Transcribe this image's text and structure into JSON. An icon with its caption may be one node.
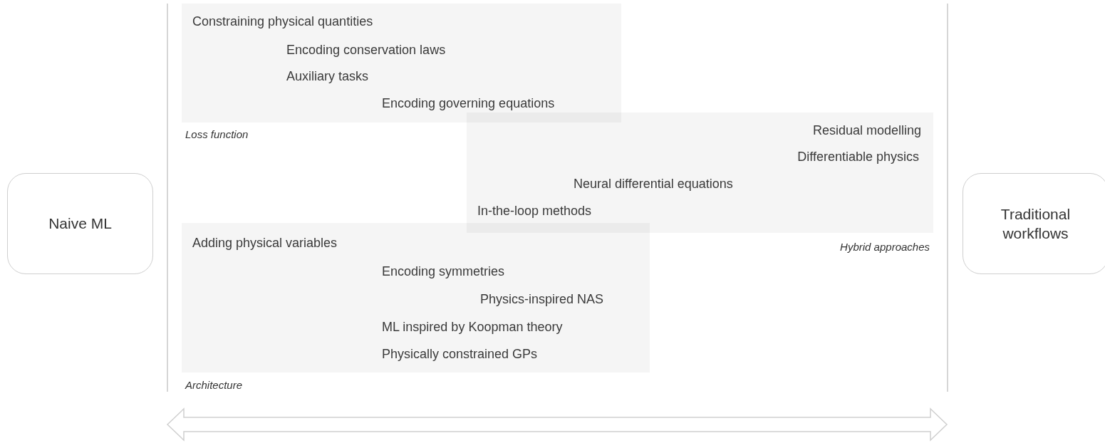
{
  "diagram": {
    "nodes": [
      {
        "text": [
          "Naive ML"
        ]
      },
      {
        "text": [
          "Constraining physical quantities",
          "Encoding conservation laws",
          "Auxiliary tasks",
          "Encoding governing equations",
          "Loss function"
        ]
      },
      {
        "text": [
          "Residual modelling",
          "Differentiable physics",
          "Neural differential equations",
          "In-the-loop methods",
          "Hybrid approaches"
        ]
      },
      {
        "text": [
          "Adding physical variables",
          "Encoding symmetries",
          "Physics-inspired NAS",
          "ML inspired by Koopman theory",
          "Physically constrained GPs",
          "Architecture"
        ]
      },
      {
        "text": [
          "Traditional workflows"
        ]
      }
    ],
    "edges": []
  }
}
